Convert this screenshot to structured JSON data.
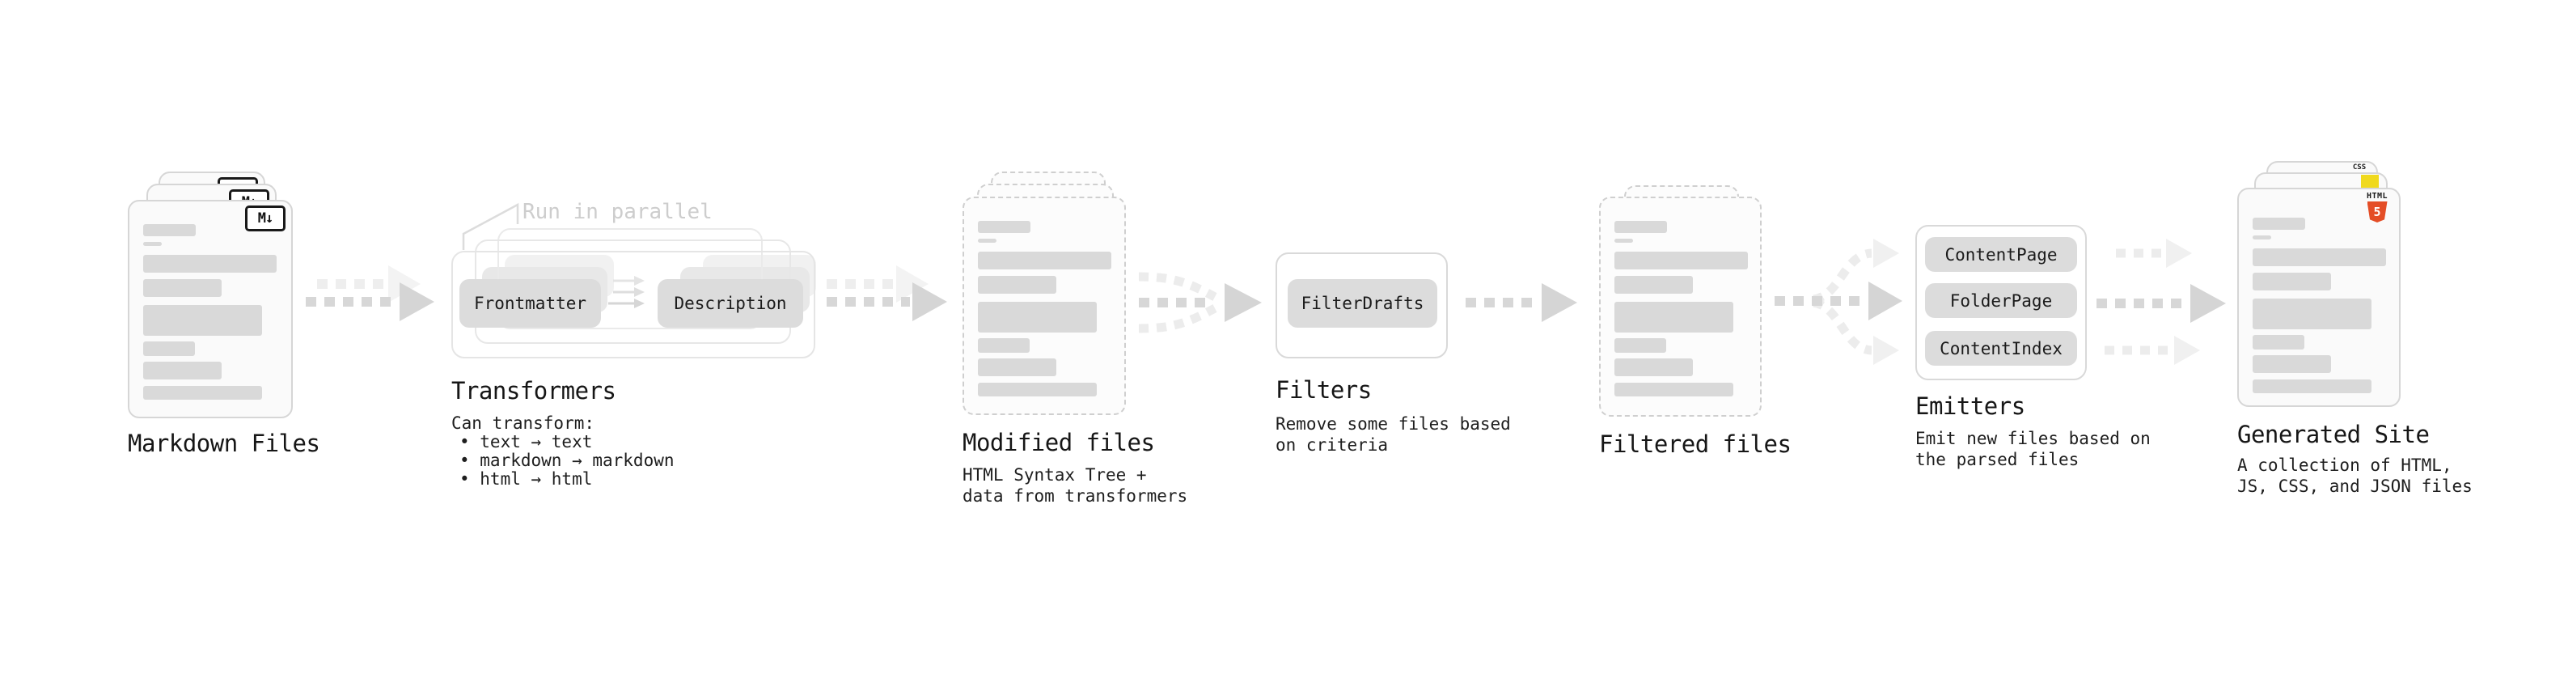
{
  "markdown": {
    "label": "Markdown Files",
    "badge": "M↓"
  },
  "transformers": {
    "note": "Run in parallel",
    "pill_left": "Frontmatter",
    "pill_right": "Description",
    "label": "Transformers",
    "desc_title": "Can transform:",
    "bullets": [
      "• text → text",
      "• markdown → markdown",
      "• html → html"
    ]
  },
  "modified": {
    "label": "Modified files",
    "desc": [
      "HTML Syntax Tree +",
      "data from transformers"
    ]
  },
  "filters": {
    "pill": "FilterDrafts",
    "label": "Filters",
    "desc": [
      "Remove some files based",
      "on criteria"
    ]
  },
  "filtered": {
    "label": "Filtered files"
  },
  "emitters": {
    "pills": [
      "ContentPage",
      "FolderPage",
      "ContentIndex"
    ],
    "label": "Emitters",
    "desc": [
      "Emit new files based on",
      "the parsed files"
    ]
  },
  "generated": {
    "label": "Generated Site",
    "desc": [
      "A collection of HTML,",
      "JS, CSS, and JSON files"
    ],
    "badges": {
      "html_text": "HTML",
      "html_num": "5",
      "css_text": "CSS"
    }
  },
  "colors": {
    "html5_orange": "#e44d26",
    "js_yellow": "#f0d91d",
    "css_blue": "#2965f1",
    "arrow_dark": "#d5d5d5",
    "arrow_light": "#eeeeee",
    "bar_gray": "#d9d9d9"
  }
}
